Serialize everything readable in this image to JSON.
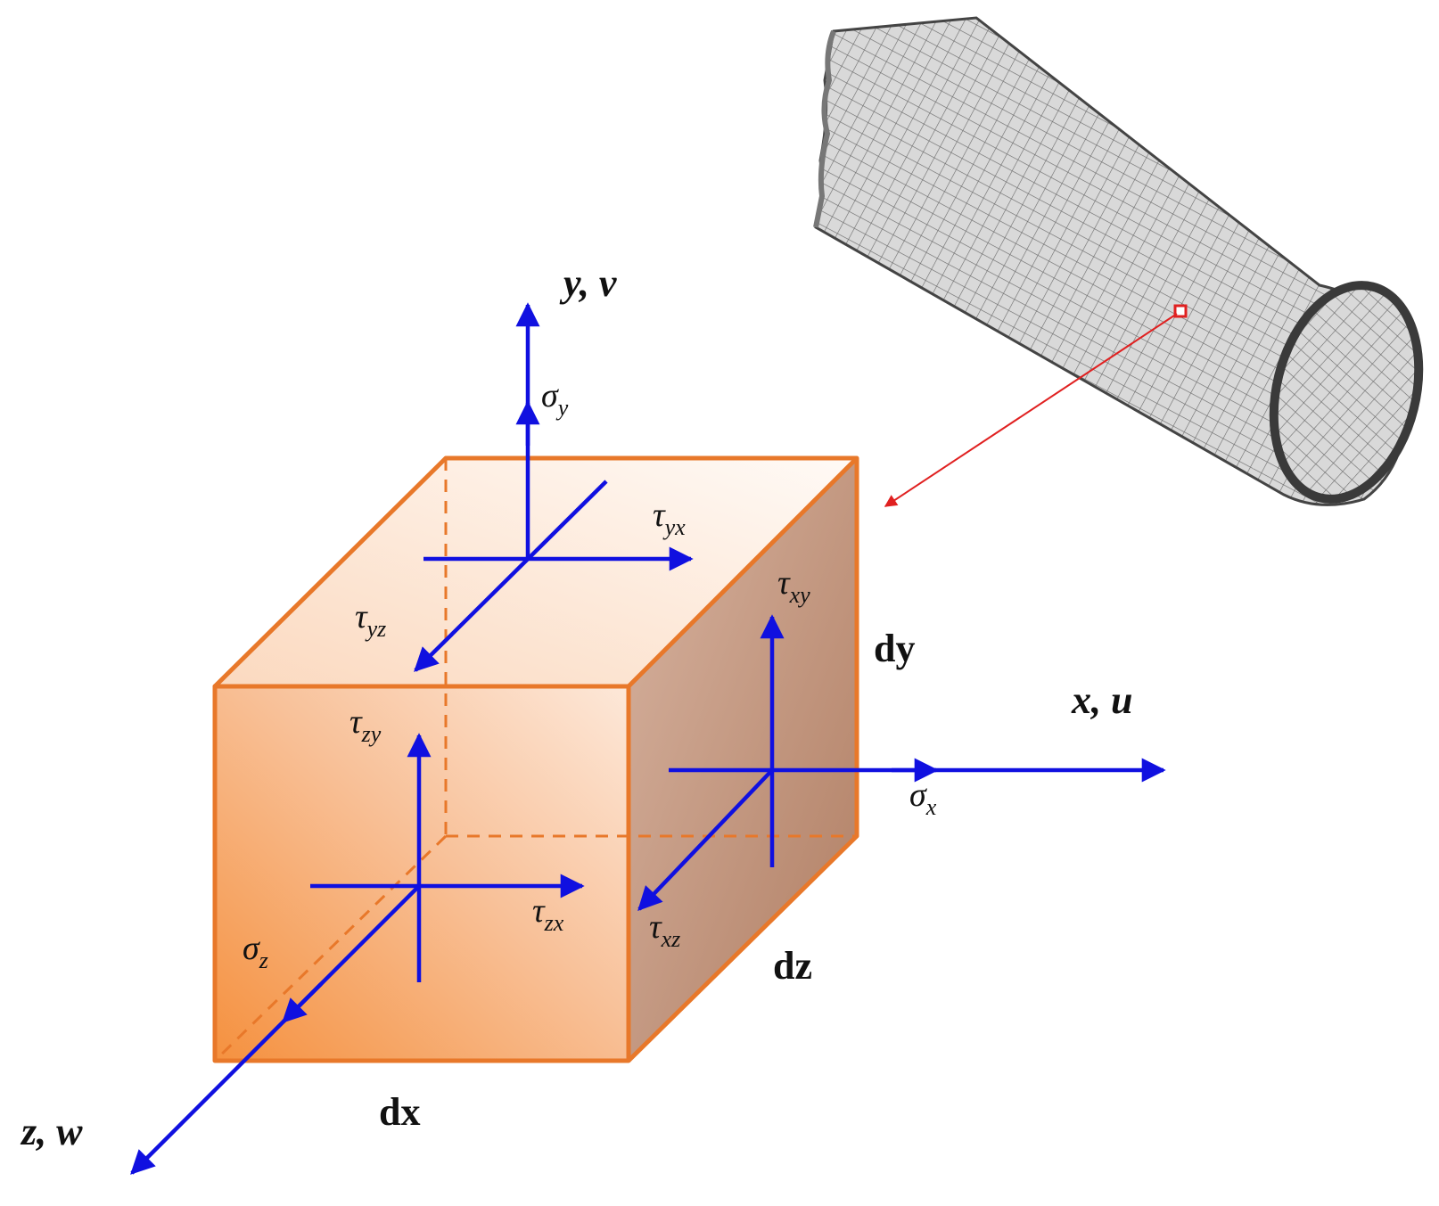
{
  "axes": {
    "x": {
      "label": "x, u"
    },
    "y": {
      "label": "y, v"
    },
    "z": {
      "label": "z, w"
    }
  },
  "dimensions": {
    "dx": {
      "label": "dx"
    },
    "dy": {
      "label": "dy"
    },
    "dz": {
      "label": "dz"
    }
  },
  "stresses": {
    "sigma_x": {
      "symbol": "σ",
      "sub": "x"
    },
    "sigma_y": {
      "symbol": "σ",
      "sub": "y"
    },
    "sigma_z": {
      "symbol": "σ",
      "sub": "z"
    },
    "tau_xy": {
      "symbol": "τ",
      "sub": "xy"
    },
    "tau_xz": {
      "symbol": "τ",
      "sub": "xz"
    },
    "tau_yx": {
      "symbol": "τ",
      "sub": "yx"
    },
    "tau_yz": {
      "symbol": "τ",
      "sub": "yz"
    },
    "tau_zx": {
      "symbol": "τ",
      "sub": "zx"
    },
    "tau_zy": {
      "symbol": "τ",
      "sub": "zy"
    }
  },
  "colors": {
    "cube_edge": "#e8782a",
    "cube_front": "#f7b27e",
    "cube_top": "#fbe3d0",
    "cube_side": "#c8957a",
    "arrow": "#1010e0",
    "pointer": "#e02020",
    "pipe": "#555555"
  }
}
